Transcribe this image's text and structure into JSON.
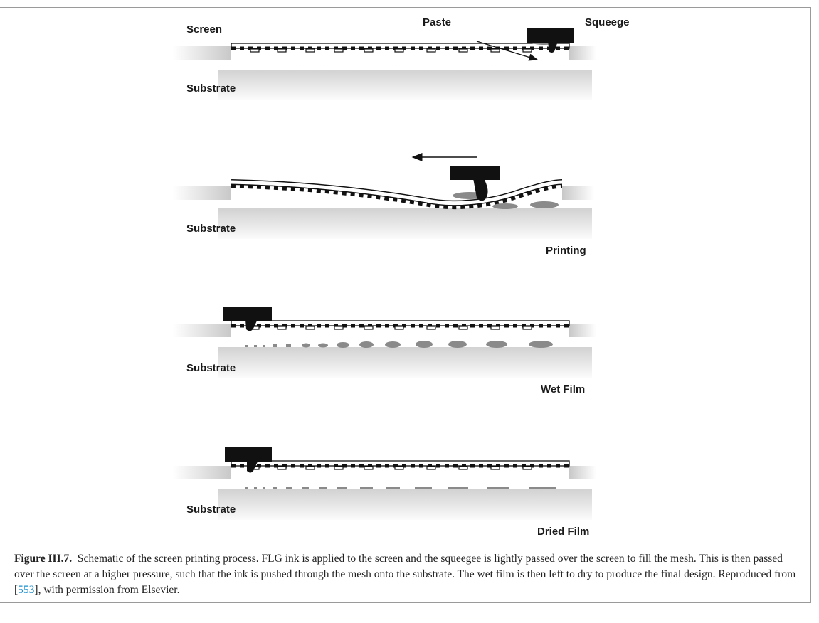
{
  "figure": {
    "panel1": {
      "screen": "Screen",
      "paste": "Paste",
      "squeegee": "Squeege",
      "substrate": "Substrate"
    },
    "panel2": {
      "substrate": "Substrate",
      "stage": "Printing"
    },
    "panel3": {
      "substrate": "Substrate",
      "stage": "Wet Film"
    },
    "panel4": {
      "substrate": "Substrate",
      "stage": "Dried Film"
    }
  },
  "caption": {
    "label": "Figure III.7.",
    "text_before_ref": "Schematic of the screen printing process. FLG ink is applied to the screen and the squeegee is lightly passed over the screen to fill the mesh. This is then passed over the screen at a higher pressure, such that the ink is pushed through the mesh onto the substrate. The wet film is then left to dry to produce the final design. Reproduced from [",
    "ref": "553",
    "text_after_ref": "], with permission from Elsevier."
  },
  "colors": {
    "ink": "#111111",
    "paste": "#8a8a8a",
    "ref_link": "#1b8fd0"
  }
}
